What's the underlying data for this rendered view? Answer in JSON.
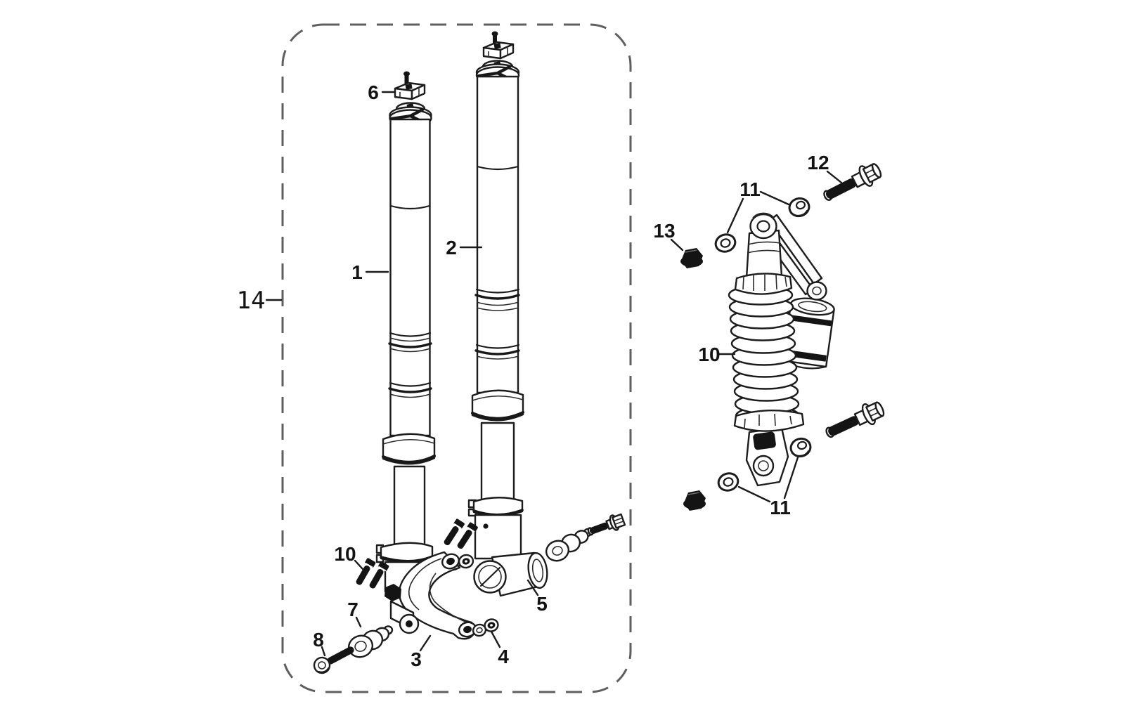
{
  "diagram_type": "exploded-parts-line-drawing",
  "colors": {
    "background": "#ffffff",
    "line": "#1c1c1c",
    "filled_parts": "#141414",
    "dashed_border": "#5f5f5f",
    "label_text": "#131313"
  },
  "assembly_group_box": {
    "label": "14"
  },
  "callouts": {
    "box_group": {
      "text": "14"
    },
    "fork_left": {
      "text": "1"
    },
    "fork_right": {
      "text": "2"
    },
    "cable_clamp": {
      "text": "6"
    },
    "clamp_bolts": {
      "text": "10"
    },
    "pivot_bushing": {
      "text": "7"
    },
    "socket_bolt": {
      "text": "8"
    },
    "axle_bracket": {
      "text": "3"
    },
    "bracket_nut": {
      "text": "4"
    },
    "axle_holder": {
      "text": "5"
    },
    "shock_absorber": {
      "text": "10"
    },
    "washers_upper": {
      "text": "11"
    },
    "mount_bolt": {
      "text": "12"
    },
    "flange_nut": {
      "text": "13"
    },
    "washers_lower": {
      "text": "11"
    }
  }
}
